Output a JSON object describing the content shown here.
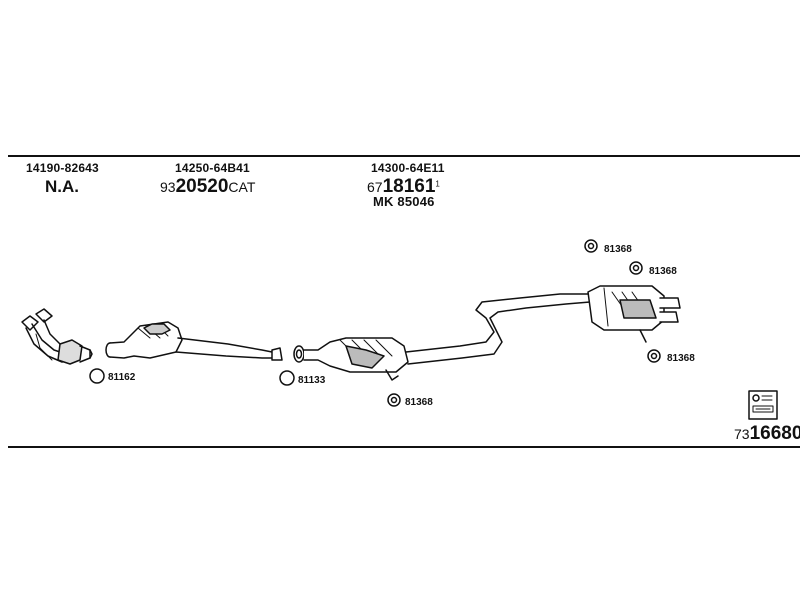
{
  "header": {
    "col1": {
      "part_no": "14190-82643",
      "label": "N.A."
    },
    "col2": {
      "part_no": "14250-64B41",
      "code_prefix": "93",
      "code_main": "20520",
      "code_suffix": "CAT"
    },
    "col3": {
      "part_no": "14300-64E11",
      "code_prefix": "67",
      "code_main": "18161",
      "code_sup": "1",
      "mk": "MK  85046"
    }
  },
  "parts": {
    "ring1": "81162",
    "ring2": "81133",
    "clamp_cat": "81368",
    "hanger_top1": "81368",
    "hanger_top2": "81368",
    "hanger_bottom": "81368"
  },
  "footer": {
    "code_prefix": "73",
    "code_main": "16680"
  }
}
